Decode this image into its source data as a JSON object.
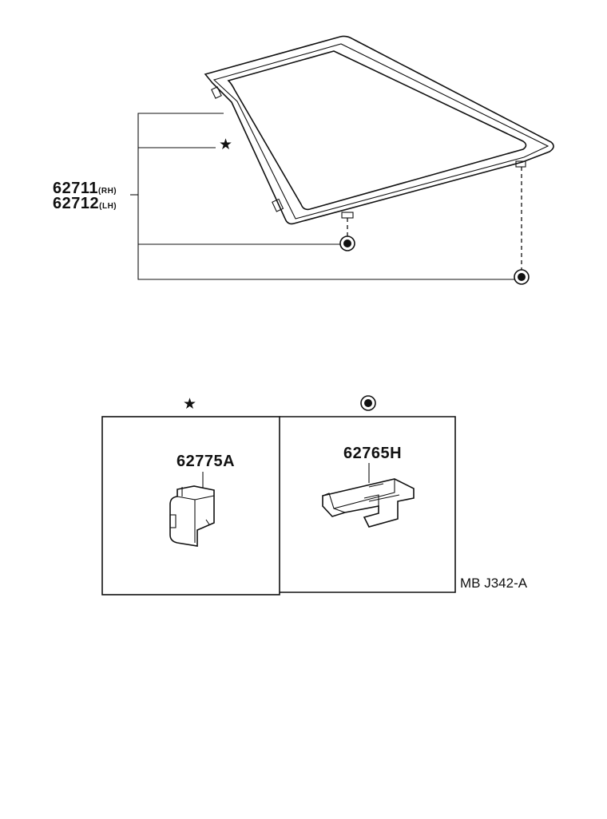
{
  "glass": {
    "part_rh": "62711",
    "side_rh": "(RH)",
    "part_lh": "62712",
    "side_lh": "(LH)"
  },
  "symbols": {
    "star": "★",
    "circled_dot": "◉"
  },
  "clips": {
    "star_part": "62775A",
    "circle_part": "62765H"
  },
  "reference_code": "MB J342-A"
}
